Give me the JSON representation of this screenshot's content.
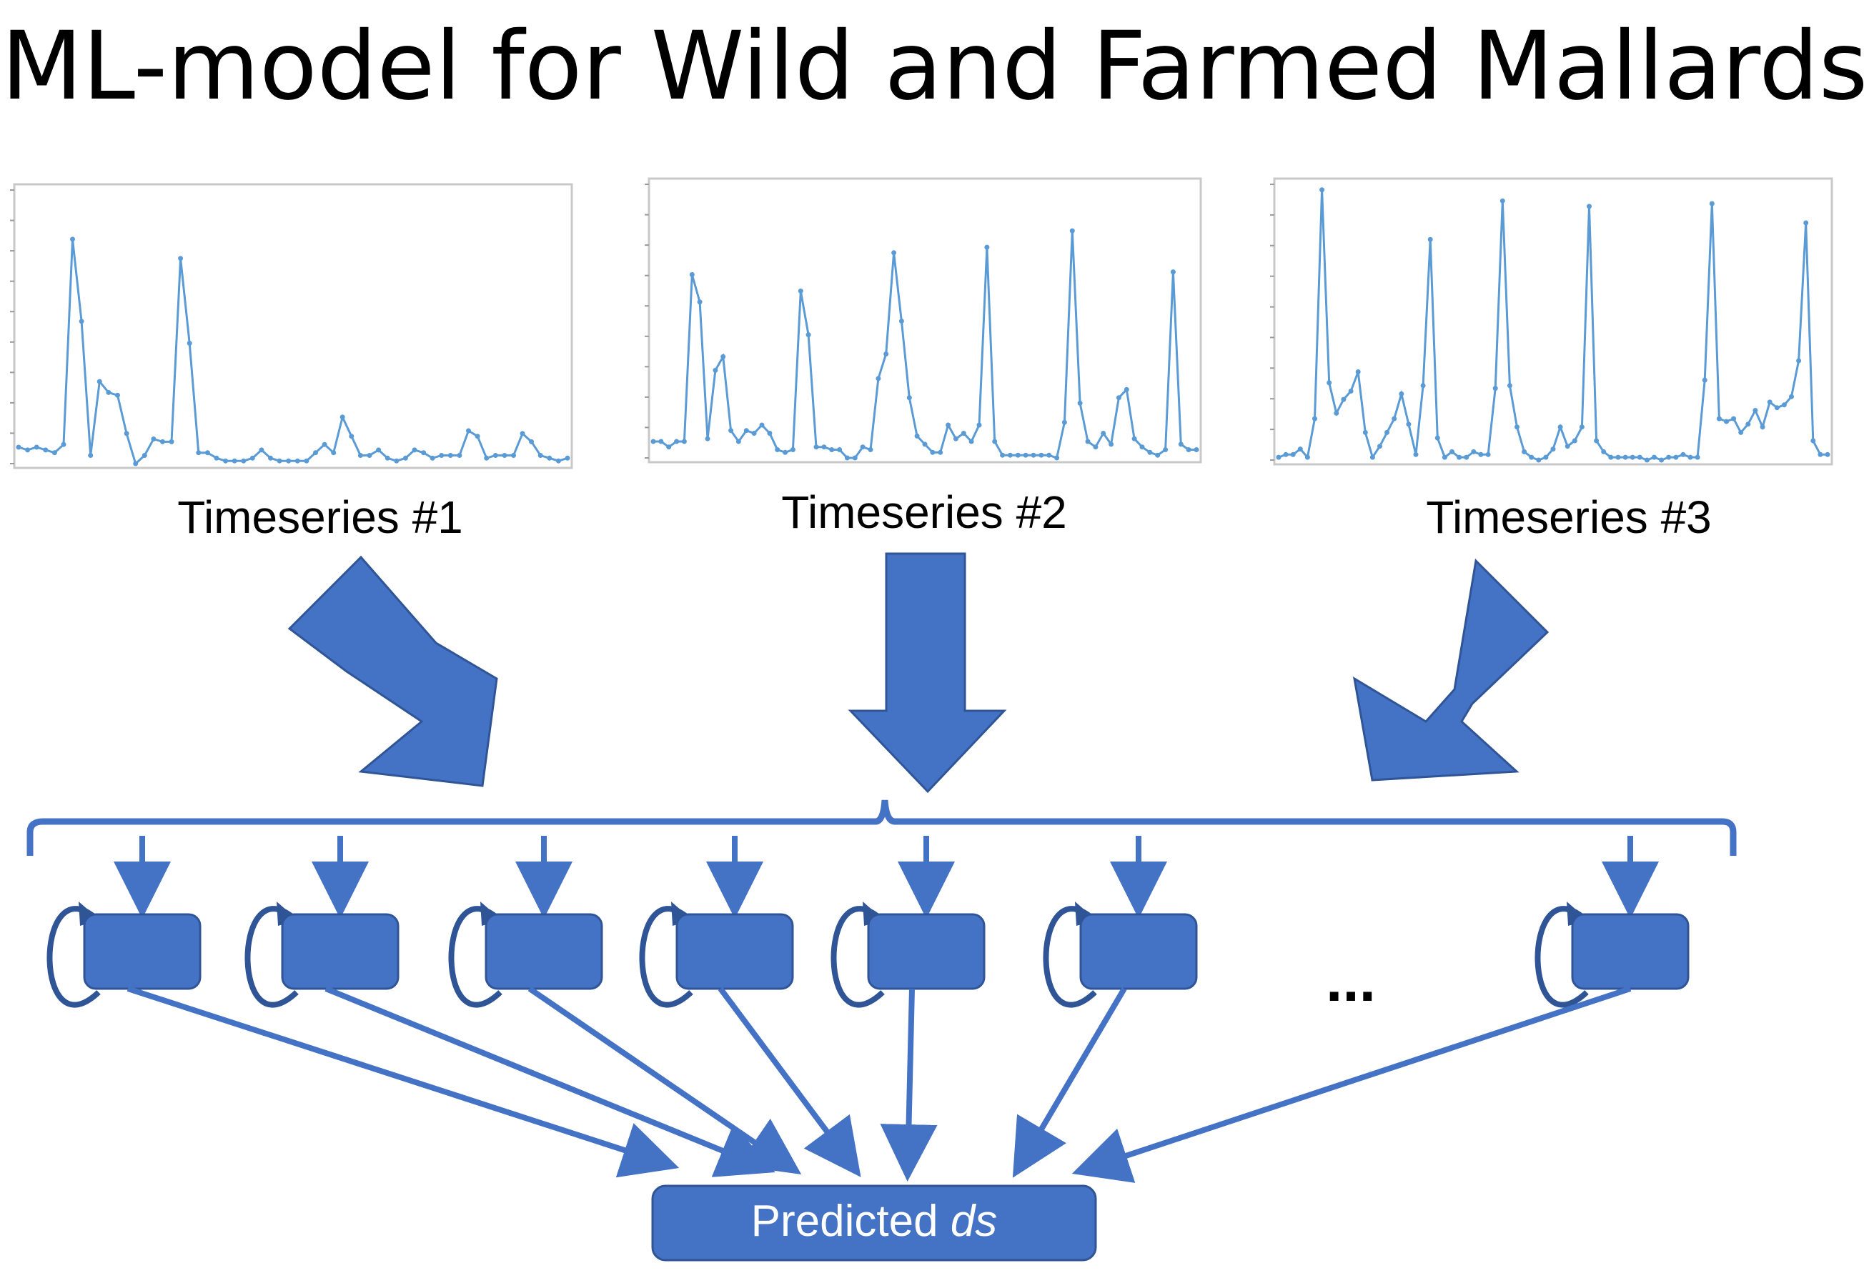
{
  "title": "ML-model for Wild and Farmed Mallards",
  "timeseries": [
    {
      "label": "Timeseries #1",
      "values": [
        0.06,
        0.05,
        0.06,
        0.05,
        0.04,
        0.07,
        0.82,
        0.52,
        0.03,
        0.3,
        0.26,
        0.25,
        0.11,
        0.0,
        0.03,
        0.09,
        0.08,
        0.08,
        0.75,
        0.44,
        0.04,
        0.04,
        0.02,
        0.01,
        0.01,
        0.01,
        0.02,
        0.05,
        0.02,
        0.01,
        0.01,
        0.01,
        0.01,
        0.04,
        0.07,
        0.04,
        0.17,
        0.1,
        0.03,
        0.03,
        0.05,
        0.02,
        0.01,
        0.02,
        0.05,
        0.04,
        0.02,
        0.03,
        0.03,
        0.03,
        0.12,
        0.1,
        0.02,
        0.03,
        0.03,
        0.03,
        0.11,
        0.08,
        0.03,
        0.02,
        0.01,
        0.02
      ]
    },
    {
      "label": "Timeseries #2",
      "values": [
        0.06,
        0.06,
        0.04,
        0.06,
        0.06,
        0.67,
        0.57,
        0.07,
        0.32,
        0.37,
        0.1,
        0.06,
        0.1,
        0.09,
        0.12,
        0.09,
        0.03,
        0.02,
        0.03,
        0.61,
        0.45,
        0.04,
        0.04,
        0.03,
        0.03,
        0.0,
        0.0,
        0.04,
        0.03,
        0.29,
        0.38,
        0.75,
        0.5,
        0.22,
        0.08,
        0.05,
        0.02,
        0.02,
        0.12,
        0.07,
        0.09,
        0.06,
        0.12,
        0.77,
        0.06,
        0.01,
        0.01,
        0.01,
        0.01,
        0.01,
        0.01,
        0.01,
        0.0,
        0.13,
        0.83,
        0.2,
        0.06,
        0.04,
        0.09,
        0.05,
        0.22,
        0.25,
        0.07,
        0.04,
        0.02,
        0.01,
        0.03,
        0.68,
        0.05,
        0.03,
        0.03
      ]
    },
    {
      "label": "Timeseries #3",
      "values": [
        0.01,
        0.02,
        0.02,
        0.04,
        0.01,
        0.15,
        0.98,
        0.28,
        0.17,
        0.22,
        0.25,
        0.32,
        0.1,
        0.01,
        0.05,
        0.1,
        0.15,
        0.24,
        0.13,
        0.02,
        0.27,
        0.8,
        0.08,
        0.01,
        0.03,
        0.01,
        0.01,
        0.03,
        0.02,
        0.02,
        0.26,
        0.94,
        0.27,
        0.12,
        0.03,
        0.01,
        0.0,
        0.01,
        0.04,
        0.12,
        0.05,
        0.07,
        0.12,
        0.92,
        0.07,
        0.03,
        0.01,
        0.01,
        0.01,
        0.01,
        0.01,
        0.0,
        0.01,
        0.0,
        0.01,
        0.01,
        0.02,
        0.01,
        0.01,
        0.29,
        0.93,
        0.15,
        0.14,
        0.15,
        0.1,
        0.13,
        0.18,
        0.12,
        0.21,
        0.19,
        0.2,
        0.23,
        0.36,
        0.86,
        0.07,
        0.02,
        0.02
      ]
    }
  ],
  "model": {
    "units_visible": 7,
    "ellipsis": "..."
  },
  "output": {
    "label_text": "Predicted ",
    "label_italic": "ds"
  },
  "colors": {
    "block_fill": "#4472C4",
    "block_stroke": "#2F5597",
    "series_line": "#5B9BD5",
    "loop_stroke": "#2F5597"
  }
}
